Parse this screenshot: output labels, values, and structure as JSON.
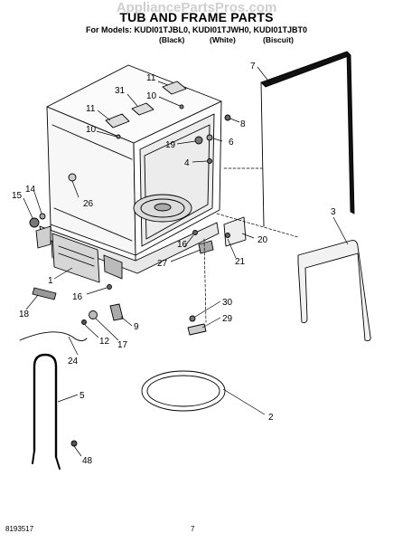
{
  "watermark": "AppliancePartsPros.com",
  "title": "TUB AND FRAME PARTS",
  "models_line": "For Models: KUDI01TJBL0, KUDI01TJWH0, KUDI01TJBT0",
  "variants": [
    "(Black)",
    "(White)",
    "(Biscuit)"
  ],
  "footer": {
    "doc_number": "8193517",
    "page_number": "7"
  },
  "callouts": {
    "c1": "1",
    "c2": "2",
    "c3": "3",
    "c4": "4",
    "c5": "5",
    "c6": "6",
    "c7": "7",
    "c8": "8",
    "c9": "9",
    "c10a": "10",
    "c10b": "10",
    "c11a": "11",
    "c11b": "11",
    "c12": "12",
    "c14": "14",
    "c15": "15",
    "c16a": "16",
    "c16b": "16",
    "c17": "17",
    "c18": "18",
    "c19": "19",
    "c20": "20",
    "c21": "21",
    "c24": "24",
    "c26": "26",
    "c27": "27",
    "c29": "29",
    "c30": "30",
    "c31": "31",
    "c48": "48"
  }
}
